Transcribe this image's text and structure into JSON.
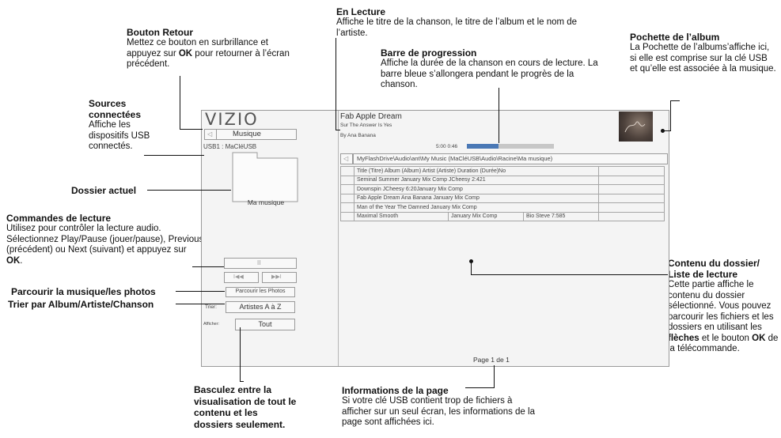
{
  "callouts": {
    "back_button": {
      "title": "Bouton Retour",
      "desc_pre": "Mettez ce bouton en surbrillance et appuyez sur ",
      "desc_bold": "OK",
      "desc_post": " pour retourner à l’écran précédent."
    },
    "now_playing": {
      "title": "En Lecture",
      "desc": "Affiche le titre de la chanson, le titre de l’album et le nom de l’artiste."
    },
    "progress_bar": {
      "title": "Barre de progression",
      "desc": "Affiche la durée de la chanson en cours de lecture. La barre bleue s’allongera pendant le progrès de la chanson."
    },
    "album_art": {
      "title": "Pochette de l’album",
      "desc": "La Pochette de l’albums’affiche ici, si elle est comprise sur la clé USB et qu’elle est associée à la musique."
    },
    "sources": {
      "title": "Sources connectées",
      "desc": "Affiche les dispositifs USB connectés."
    },
    "current_folder": {
      "title": "Dossier actuel"
    },
    "playback": {
      "title": "Commandes de lecture",
      "desc_pre": "Utilisez pour contrôler la lecture audio. Sélectionnez Play/Pause (jouer/pause), Previous (précédent) ou Next (suivant) et appuyez sur ",
      "desc_bold": "OK",
      "desc_post": "."
    },
    "browse": {
      "title": "Parcourir la musique/les photos"
    },
    "sort": {
      "title": "Trier par Album/Artiste/Chanson"
    },
    "view_toggle": {
      "title": "Basculez entre la visualisation de tout le contenu et les dossiers seulement."
    },
    "page_info": {
      "title": "Informations de la page",
      "desc": "Si votre clé USB contient trop de fichiers à afficher sur un seul écran, les informations de la page sont affichées ici."
    },
    "folder_contents": {
      "title": "Contenu du dossier/ Liste de lecture",
      "desc_pre": "Cette partie affiche le contenu du dossier sélectionné. Vous pouvez parcourir les fichiers et les dossiers en utilisant les ",
      "desc_bold1": "flèches",
      "desc_mid": " et le bouton ",
      "desc_bold2": "OK",
      "desc_post": " de la télécommande."
    }
  },
  "screen": {
    "logo": "VIZIO",
    "section_title": "Musique",
    "source": "USB1 : MaCléUSB",
    "folder_name": "Ma musique",
    "play_pause_icon": "II",
    "prev_icon": "I◀◀",
    "next_icon": "▶▶I",
    "browse_button": "Parcourir les Photos",
    "sort_label": "Trier:",
    "sort_value": "Artistes A à Z",
    "view_label": "Afficher:",
    "view_value": "Tout",
    "song_title": "Fab Apple Dream",
    "album_line": "Sur The Answer Is Yes",
    "artist_line": "By Ana Banana",
    "time_text": "5:00 0:46",
    "progress_fraction": 0.36,
    "progress_color": "#4a78b5",
    "path": "MyFlashDrive\\Audio\\ant\\My Music (MaCléUSB\\Audio\\Racine\\Ma musique)",
    "table_rows": [
      [
        "Title (Titre) Album (Album) Artist (Artiste) Duration (Durée)No",
        "",
        ""
      ],
      [
        "Seminal Summer January Mix Comp JCheesy 2:421",
        "",
        ""
      ],
      [
        "Downspin JCheesy 6:20January Mix Comp",
        "",
        ""
      ],
      [
        "Fab Apple Dream Ana Banana January Mix Comp",
        "",
        ""
      ],
      [
        "Man of the Year The Damned January Mix Comp",
        "",
        ""
      ],
      [
        "Maximal Smooth",
        "January Mix Comp",
        "Bio Steve 7:585"
      ]
    ],
    "page_text": "Page 1 de 1"
  }
}
